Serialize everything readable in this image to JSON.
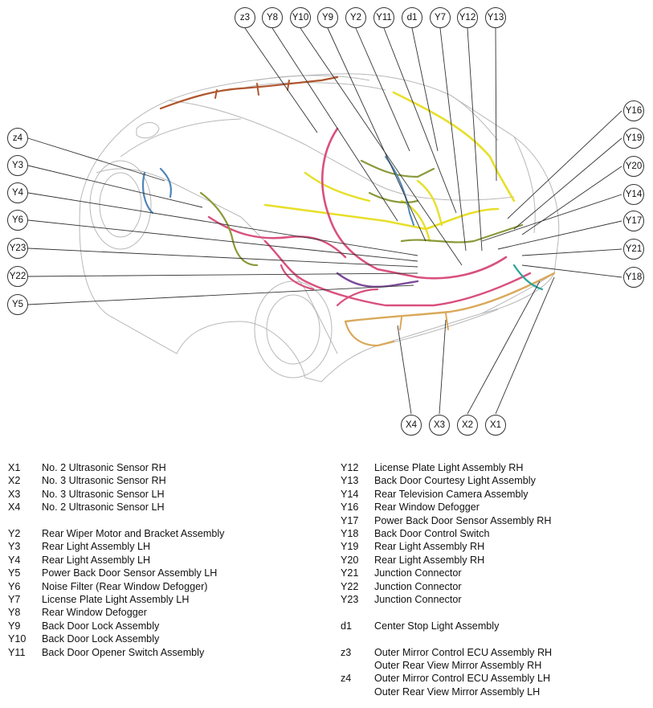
{
  "diagram": {
    "top_callouts": [
      "z3",
      "Y8",
      "Y10",
      "Y9",
      "Y2",
      "Y11",
      "d1",
      "Y7",
      "Y12",
      "Y13"
    ],
    "left_callouts": [
      "z4",
      "Y3",
      "Y4",
      "Y6",
      "Y23",
      "Y22",
      "Y5"
    ],
    "right_callouts": [
      "Y16",
      "Y19",
      "Y20",
      "Y14",
      "Y17",
      "Y21",
      "Y18"
    ],
    "bottom_callouts": [
      "X4",
      "X3",
      "X2",
      "X1"
    ],
    "colors": {
      "outline": "#555555",
      "car_line": "#b8b8b8",
      "harness_pink": "#d9507e",
      "harness_yellow": "#e7df2a",
      "harness_orange": "#d9a95a",
      "harness_olive": "#8a9a3a",
      "harness_blue": "#4f86b8",
      "harness_purple": "#7b4a9a",
      "harness_teal": "#2aa39a",
      "harness_rust": "#b0552e"
    }
  },
  "legend_left": [
    {
      "code": "X1",
      "name": "No. 2 Ultrasonic Sensor RH"
    },
    {
      "code": "X2",
      "name": "No. 3 Ultrasonic Sensor RH"
    },
    {
      "code": "X3",
      "name": "No. 3 Ultrasonic Sensor LH"
    },
    {
      "code": "X4",
      "name": "No. 2 Ultrasonic Sensor LH"
    },
    {
      "gap": true
    },
    {
      "code": "Y2",
      "name": "Rear Wiper Motor and Bracket Assembly"
    },
    {
      "code": "Y3",
      "name": "Rear Light Assembly LH"
    },
    {
      "code": "Y4",
      "name": "Rear Light Assembly LH"
    },
    {
      "code": "Y5",
      "name": "Power Back Door Sensor Assembly LH"
    },
    {
      "code": "Y6",
      "name": "Noise Filter (Rear Window Defogger)"
    },
    {
      "code": "Y7",
      "name": "License Plate Light Assembly LH"
    },
    {
      "code": "Y8",
      "name": "Rear Window Defogger"
    },
    {
      "code": "Y9",
      "name": "Back Door Lock Assembly"
    },
    {
      "code": "Y10",
      "name": "Back Door Lock Assembly"
    },
    {
      "code": "Y11",
      "name": "Back Door Opener Switch Assembly"
    }
  ],
  "legend_right": [
    {
      "code": "Y12",
      "name": "License Plate Light Assembly RH"
    },
    {
      "code": "Y13",
      "name": "Back Door Courtesy Light Assembly"
    },
    {
      "code": "Y14",
      "name": "Rear Television Camera Assembly"
    },
    {
      "code": "Y16",
      "name": "Rear Window Defogger"
    },
    {
      "code": "Y17",
      "name": "Power Back Door Sensor Assembly RH"
    },
    {
      "code": "Y18",
      "name": "Back Door Control Switch"
    },
    {
      "code": "Y19",
      "name": "Rear Light Assembly RH"
    },
    {
      "code": "Y20",
      "name": "Rear Light Assembly RH"
    },
    {
      "code": "Y21",
      "name": "Junction Connector"
    },
    {
      "code": "Y22",
      "name": "Junction Connector"
    },
    {
      "code": "Y23",
      "name": "Junction Connector"
    },
    {
      "gap": true
    },
    {
      "code": "d1",
      "name": "Center Stop Light Assembly"
    },
    {
      "gap": true
    },
    {
      "code": "z3",
      "name": "Outer Mirror Control ECU Assembly RH"
    },
    {
      "code": "",
      "name": "Outer Rear View Mirror Assembly RH"
    },
    {
      "code": "z4",
      "name": "Outer Mirror Control ECU Assembly LH"
    },
    {
      "code": "",
      "name": "Outer Rear View Mirror Assembly LH"
    }
  ]
}
